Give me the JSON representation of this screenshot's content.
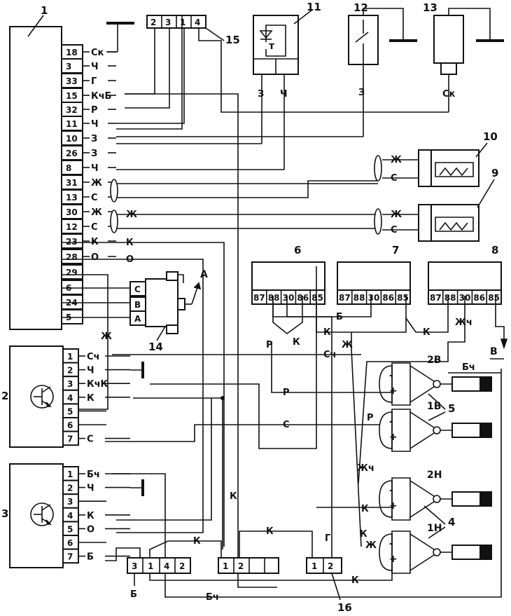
{
  "callouts": {
    "c1": "1",
    "c2": "2",
    "c3": "3",
    "c4": "4",
    "c5": "5",
    "c6": "6",
    "c7": "7",
    "c8": "8",
    "c9": "9",
    "c10": "10",
    "c11": "11",
    "c12": "12",
    "c13": "13",
    "c14": "14",
    "c15": "15",
    "c16": "16"
  },
  "ecu_pins": [
    {
      "pin": "18",
      "wire": "Ск"
    },
    {
      "pin": "3",
      "wire": "Ч"
    },
    {
      "pin": "33",
      "wire": "Г"
    },
    {
      "pin": "15",
      "wire": "КчБ"
    },
    {
      "pin": "32",
      "wire": "Р"
    },
    {
      "pin": "11",
      "wire": "Ч"
    },
    {
      "pin": "10",
      "wire": "З"
    },
    {
      "pin": "26",
      "wire": "З"
    },
    {
      "pin": "8",
      "wire": "Ч"
    },
    {
      "pin": "31",
      "wire": "Ж"
    },
    {
      "pin": "13",
      "wire": "С"
    },
    {
      "pin": "30",
      "wire": "Ж"
    },
    {
      "pin": "12",
      "wire": "С"
    },
    {
      "pin": "23",
      "wire": "К"
    },
    {
      "pin": "28",
      "wire": "О"
    },
    {
      "pin": "29",
      "wire": ""
    },
    {
      "pin": "6",
      "wire": ""
    },
    {
      "pin": "24",
      "wire": ""
    },
    {
      "pin": "5",
      "wire": ""
    }
  ],
  "connector15": [
    "2",
    "3",
    "1",
    "4"
  ],
  "switch11": {
    "letter": "т",
    "wires": [
      "З",
      "Ч"
    ]
  },
  "sensor12": {
    "wire": "З"
  },
  "sensor13": {
    "wire": "Ск"
  },
  "sensor10": {
    "wires": [
      "Ж",
      "С"
    ]
  },
  "sensor9": {
    "wires": [
      "Ж",
      "С"
    ]
  },
  "relays": [
    {
      "id": "6",
      "pins": [
        "87",
        "88",
        "30",
        "86",
        "85"
      ]
    },
    {
      "id": "7",
      "pins": [
        "87",
        "88",
        "30",
        "86",
        "85"
      ]
    },
    {
      "id": "8",
      "pins": [
        "87",
        "88",
        "30",
        "86",
        "85"
      ]
    }
  ],
  "block14": {
    "pins": [
      "C",
      "B",
      "A"
    ],
    "arrow_label": "А"
  },
  "module2": {
    "pins": [
      "1",
      "2",
      "3",
      "4",
      "5",
      "6",
      "7"
    ],
    "wires": [
      "Сч",
      "Ч",
      "КчК",
      "К",
      "",
      "",
      "С"
    ]
  },
  "module3": {
    "pins": [
      "1",
      "2",
      "3",
      "4",
      "5",
      "6",
      "7"
    ],
    "wires": [
      "Бч",
      "Ч",
      "",
      "К",
      "О",
      "",
      "Б"
    ]
  },
  "injectors": [
    "2В",
    "1В",
    "2Н",
    "1Н"
  ],
  "connector_a": [
    "3",
    "1",
    "4",
    "2"
  ],
  "connector_b": [
    "1",
    "2",
    "",
    ""
  ],
  "connector16": [
    "1",
    "2"
  ],
  "wire_labels": {
    "zh_jumper": "Ж",
    "k_23": "К",
    "o_28": "О",
    "zh_vert": "Ж",
    "b_r6": "Б",
    "k_r6": "К",
    "k_r6b": "К",
    "r_r6": "Р",
    "zh_r7": "Ж",
    "k_r8": "К",
    "zhch_r8": "Жч",
    "v_out": "В",
    "sch_2v": "Сч",
    "bch_top": "Бч",
    "r_2v": "Р",
    "s_1v": "С",
    "r_1v": "Р",
    "zhch_2n": "Жч",
    "k_2n": "К",
    "k_1n_a": "К",
    "zh_1n": "Ж",
    "k_1n_b": "К",
    "k_mid": "К",
    "k_conn": "К",
    "k_conn2": "К",
    "g_16": "Г",
    "b_bottom": "Б",
    "bch_bottom": "Бч"
  }
}
